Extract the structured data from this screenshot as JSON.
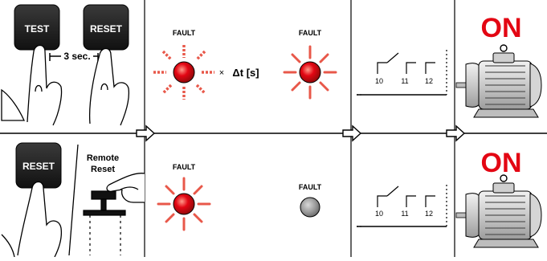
{
  "row1": {
    "test_button": "TEST",
    "reset_button": "RESET",
    "hold_time": "3 sec.",
    "fault_label_blinking": "FAULT",
    "multiply_sign": "×",
    "delta_t": "Δt [s]",
    "fault_label_steady": "FAULT",
    "terminals": [
      "10",
      "11",
      "12"
    ],
    "motor_state": "ON"
  },
  "row2": {
    "reset_button": "RESET",
    "remote_reset_line1": "Remote",
    "remote_reset_line2": "Reset",
    "fault_label_steady": "FAULT",
    "fault_label_off": "FAULT",
    "terminals": [
      "10",
      "11",
      "12"
    ],
    "motor_state": "ON"
  },
  "colors": {
    "led_on": "#e30613",
    "ray": "#e8584a",
    "led_off": "#8a8a8a",
    "motor_on_text": "#e30613"
  },
  "icons": [
    "hand-pressing-icon",
    "push-button-icon",
    "blinking-led-icon",
    "steady-led-icon",
    "led-off-icon",
    "relay-contact-icon",
    "electric-motor-icon",
    "arrow-right-icon"
  ]
}
